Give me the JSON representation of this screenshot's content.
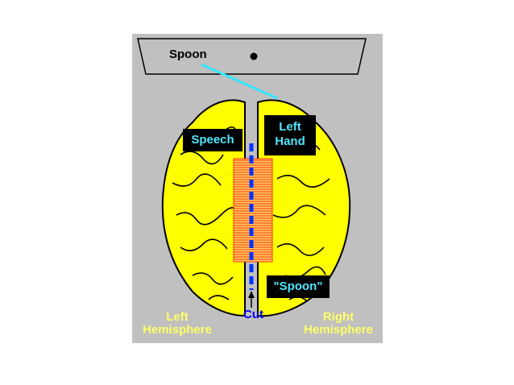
{
  "screen": {
    "object_label": "Spoon"
  },
  "labels": {
    "speech": "Speech",
    "left_hand_line1": "Left",
    "left_hand_line2": "Hand",
    "spoken_word": "\"Spoon\"",
    "cut": "Cut",
    "left_hemisphere_line1": "Left",
    "left_hemisphere_line2": "Hemisphere",
    "right_hemisphere_line1": "Right",
    "right_hemisphere_line2": "Hemisphere"
  },
  "colors": {
    "panel_background": "#c0c0c0",
    "brain_fill": "#ffff00",
    "corpus_callosum": "#ff3300",
    "cut_line": "#0033ff",
    "label_box": "#000000",
    "label_text": "#4fe6ff",
    "hemisphere_text": "#ffff66",
    "pointer_line": "#33e6ff"
  }
}
